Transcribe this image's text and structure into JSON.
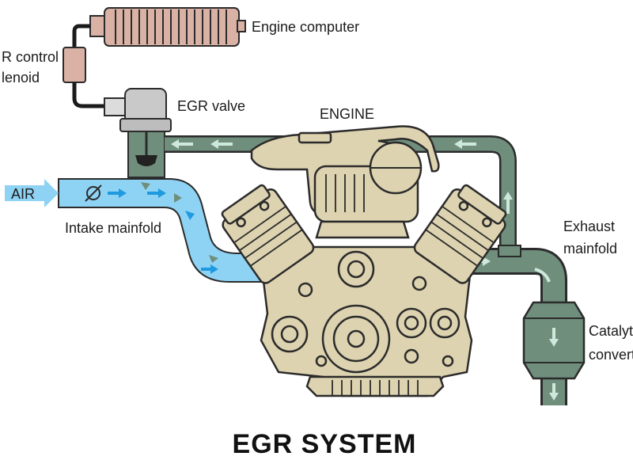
{
  "labels": {
    "engine_computer": "Engine computer",
    "egr_control_solenoid_line1": "R control",
    "egr_control_solenoid_line2": "lenoid",
    "egr_valve": "EGR valve",
    "engine": "ENGINE",
    "air": "AIR",
    "intake_manifold": "Intake mainfold",
    "exhaust_manifold_line1": "Exhaust",
    "exhaust_manifold_line2": "mainfold",
    "catalytic_converter_line1": "Catalyt",
    "catalytic_converter_line2": "convert"
  },
  "title": "EGR SYSTEM",
  "colors": {
    "exhaust_pipe": "#6f8e7c",
    "intake_pipe": "#8fd3f4",
    "engine_body": "#ddd3b0",
    "engine_outline": "#2b2b2b",
    "computer": "#d9b2a5",
    "arrow_blue": "#1f9ae0",
    "arrow_exhaust": "#cfe8dd"
  }
}
